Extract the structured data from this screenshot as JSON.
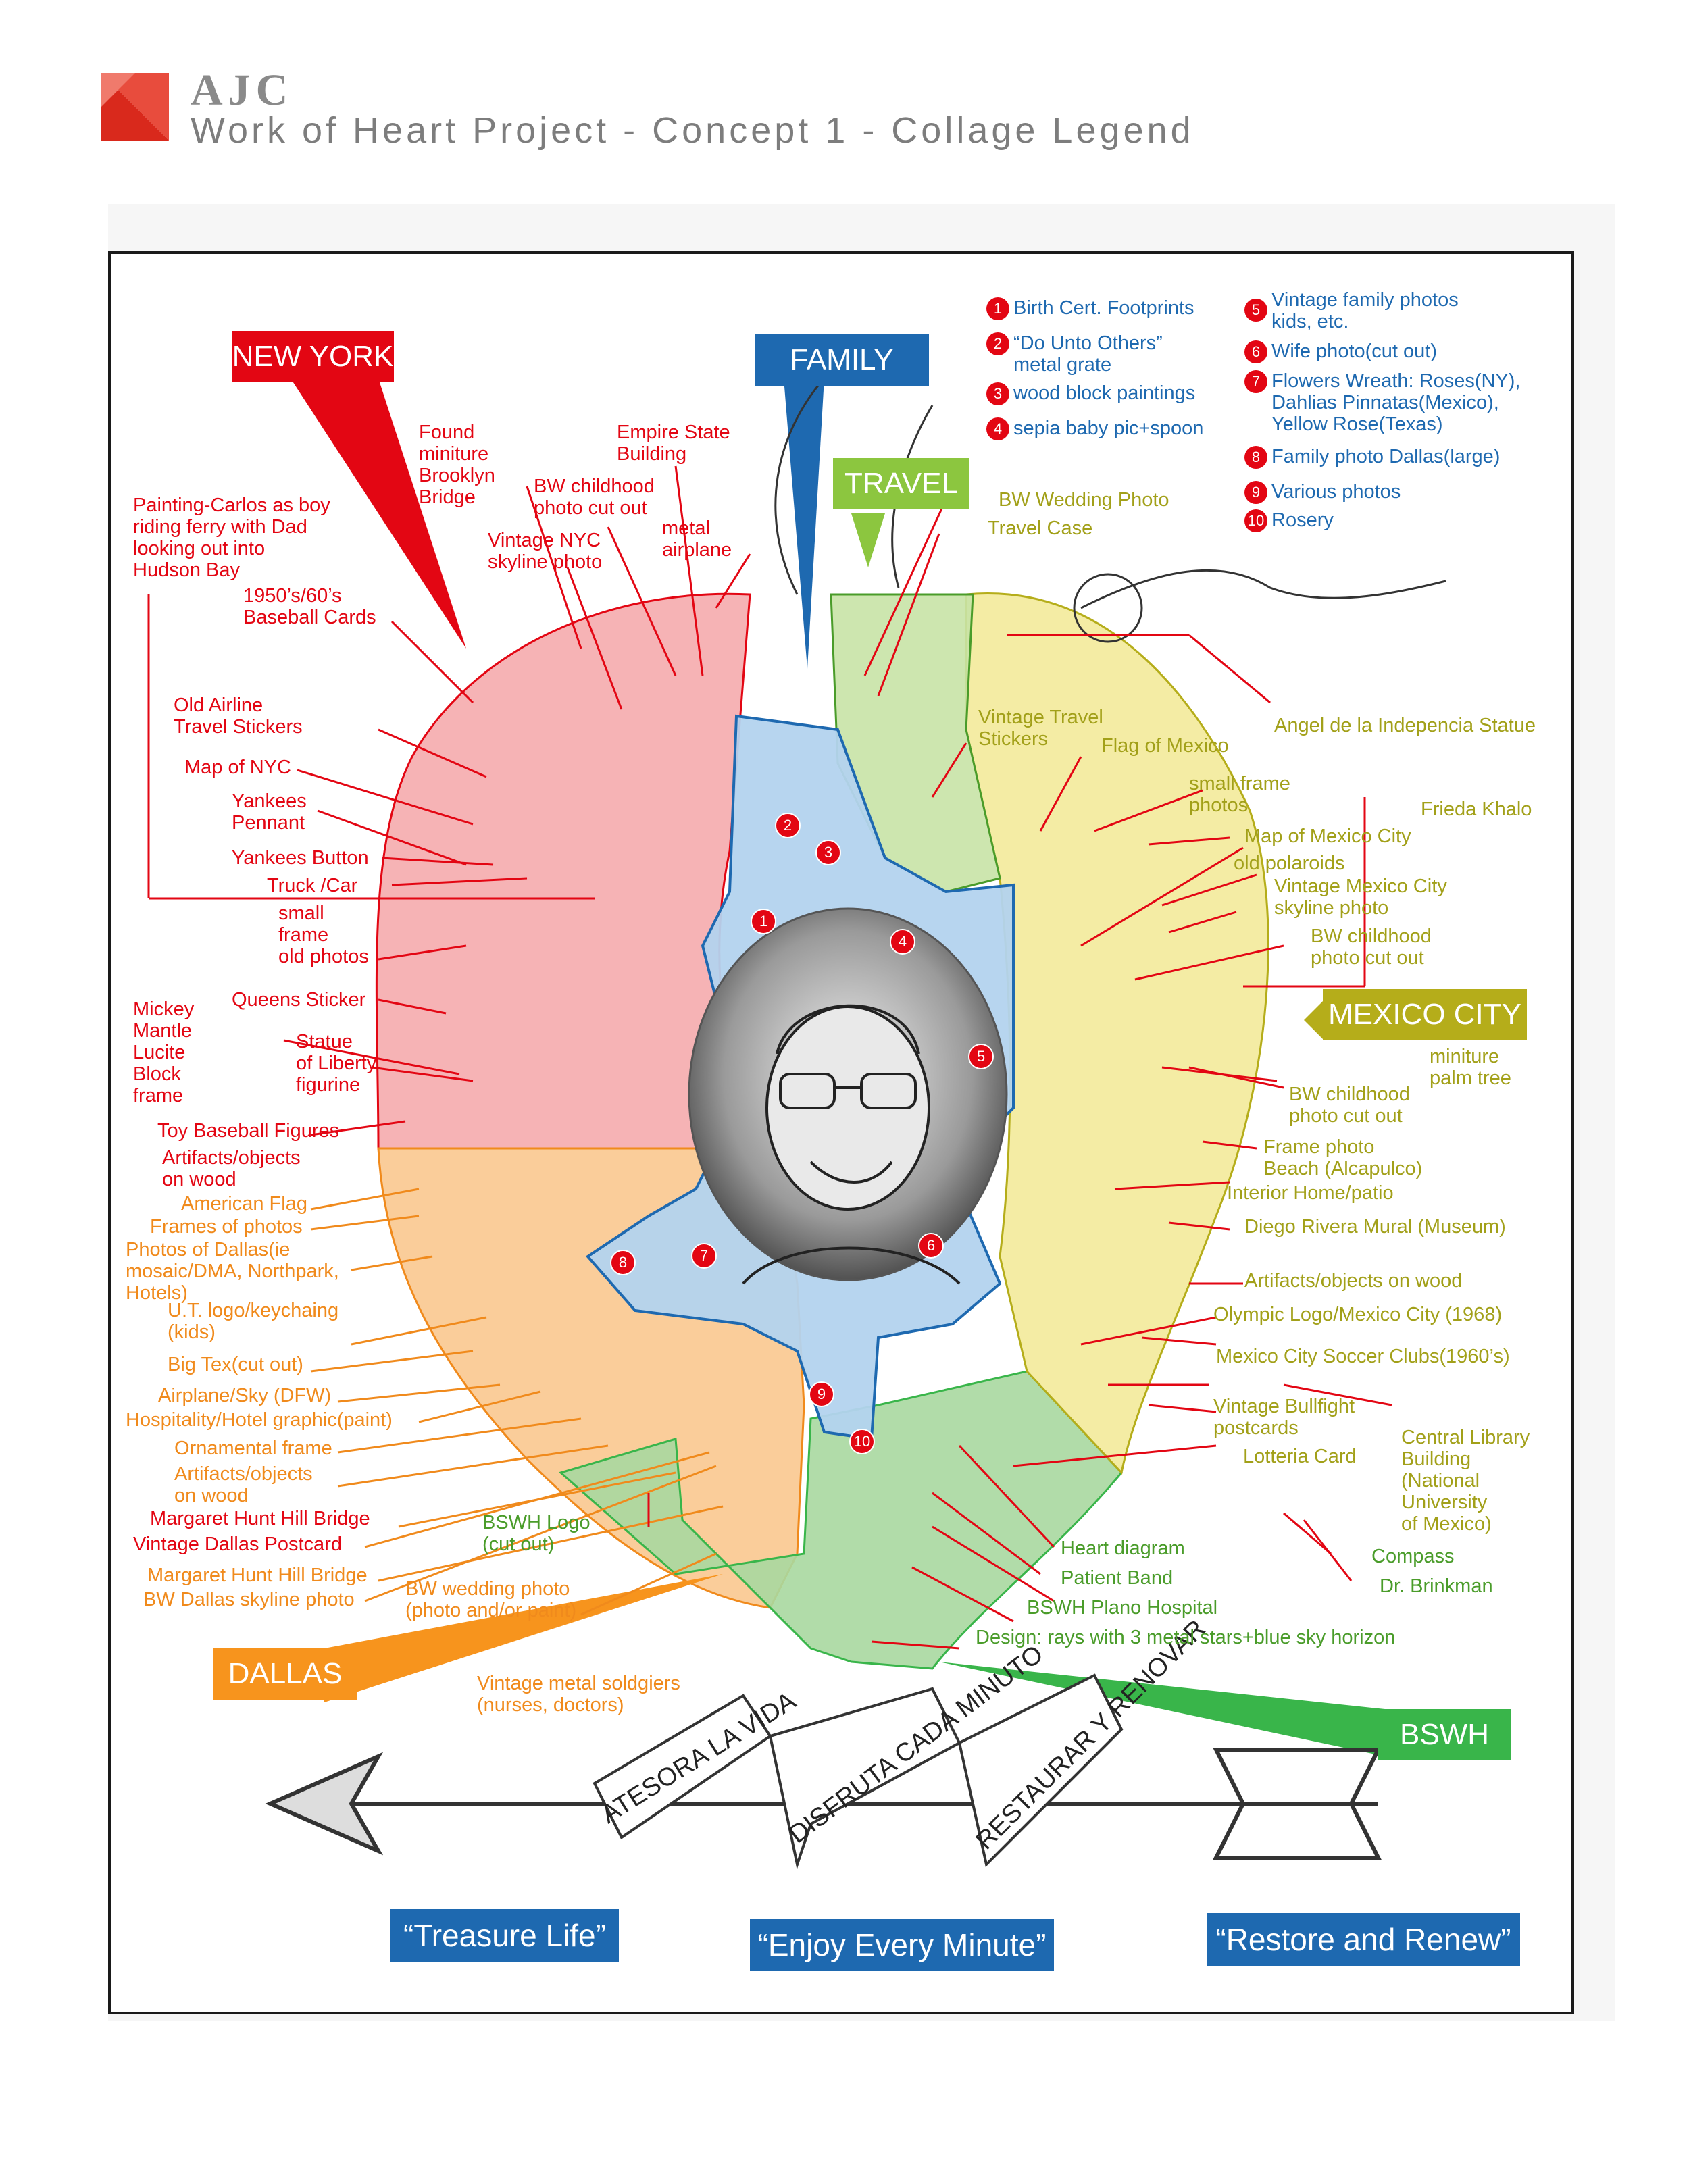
{
  "header": {
    "brand": "AJC",
    "title": "Work of Heart Project - Concept 1 - Collage Legend"
  },
  "colors": {
    "new_york": "#e30613",
    "family": "#1e69b0",
    "travel": "#8cc63f",
    "mexico_city": "#b5ad1a",
    "dallas": "#f7941d",
    "bswh": "#39b54a"
  },
  "regions": {
    "new_york": "NEW YORK",
    "family": "FAMILY",
    "travel": "TRAVEL",
    "mexico_city": "MEXICO CITY",
    "dallas": "DALLAS",
    "bswh": "BSWH"
  },
  "legend": [
    {
      "n": "1",
      "text": "Birth Cert. Footprints"
    },
    {
      "n": "2",
      "text": "“Do Unto Others”\nmetal grate"
    },
    {
      "n": "3",
      "text": "wood block paintings"
    },
    {
      "n": "4",
      "text": "sepia baby pic+spoon"
    },
    {
      "n": "5",
      "text": "Vintage family photos\nkids, etc."
    },
    {
      "n": "6",
      "text": "Wife photo(cut out)"
    },
    {
      "n": "7",
      "text": "Flowers Wreath: Roses(NY),\nDahlias Pinnatas(Mexico),\nYellow Rose(Texas)"
    },
    {
      "n": "8",
      "text": "Family photo Dallas(large)"
    },
    {
      "n": "9",
      "text": "Various photos"
    },
    {
      "n": "10",
      "text": "Rosery"
    }
  ],
  "new_york_labels": [
    "Found\nminiture\nBrooklyn\nBridge",
    "Empire State\nBuilding",
    "BW childhood\nphoto cut out",
    "Painting-Carlos as boy\nriding ferry with Dad\nlooking out into\nHudson Bay",
    "Vintage NYC\nskyline photo",
    "metal\nairplane",
    "1950’s/60’s\nBaseball Cards",
    "Old Airline\nTravel Stickers",
    "Map of NYC",
    "Yankees\nPennant",
    "Yankees Button",
    "Truck /Car",
    "small\nframe\nold photos",
    "Queens Sticker",
    "Mickey\nMantle\nLucite\nBlock\nframe",
    "Statue\nof Liberty\nfigurine",
    "Toy Baseball Figures",
    "Artifacts/objects\non wood"
  ],
  "dallas_labels": [
    "American Flag",
    "Frames of photos",
    "Photos of Dallas(ie\nmosaic/DMA, Northpark,\nHotels)",
    "U.T. logo/keychaing\n(kids)",
    "Big Tex(cut out)",
    "Airplane/Sky (DFW)",
    "Hospitality/Hotel graphic(paint)",
    "Ornamental frame",
    "Artifacts/objects\non wood",
    "Margaret Hunt Hill Bridge",
    "Vintage Dallas Postcard",
    "Margaret Hunt Hill Bridge",
    "BW Dallas skyline photo",
    "BW wedding photo\n(photo and/or paint)",
    "Vintage metal soldgiers\n(nurses, doctors)"
  ],
  "travel_labels": [
    "BW Wedding Photo",
    "Travel Case",
    "Vintage Travel\nStickers",
    "Flag of Mexico"
  ],
  "mexico_labels": [
    "Angel de la Indepencia Statue",
    "small frame\nphotos",
    "Frieda Khalo",
    "Map of Mexico City",
    "old polaroids",
    "Vintage Mexico City\nskyline photo",
    "BW childhood\nphoto cut out",
    "miniture\npalm tree",
    "BW childhood\nphoto cut out",
    "Frame photo\nBeach (Alcapulco)",
    "Interior Home/patio",
    "Diego Rivera Mural (Museum)",
    "Artifacts/objects on wood",
    "Olympic Logo/Mexico City (1968)",
    "Mexico City Soccer Clubs(1960’s)",
    "Vintage Bullfight\npostcards",
    "Lotteria Card",
    "Central Library\nBuilding\n(National\nUniversity\nof Mexico)"
  ],
  "bswh_labels": [
    "BSWH Logo\n(cut out)",
    "Compass",
    "Heart diagram",
    "Dr. Brinkman",
    "Patient Band",
    "BSWH Plano Hospital",
    "Design: rays with 3 metal stars+blue sky horizon"
  ],
  "ribbon": [
    "ATESORA LA VIDA",
    "DISFRUTA CADA MINUTO",
    "RESTAURAR Y RENOVAR"
  ],
  "mottos": [
    "“Treasure Life”",
    "“Enjoy Every Minute”",
    "“Restore and Renew”"
  ]
}
